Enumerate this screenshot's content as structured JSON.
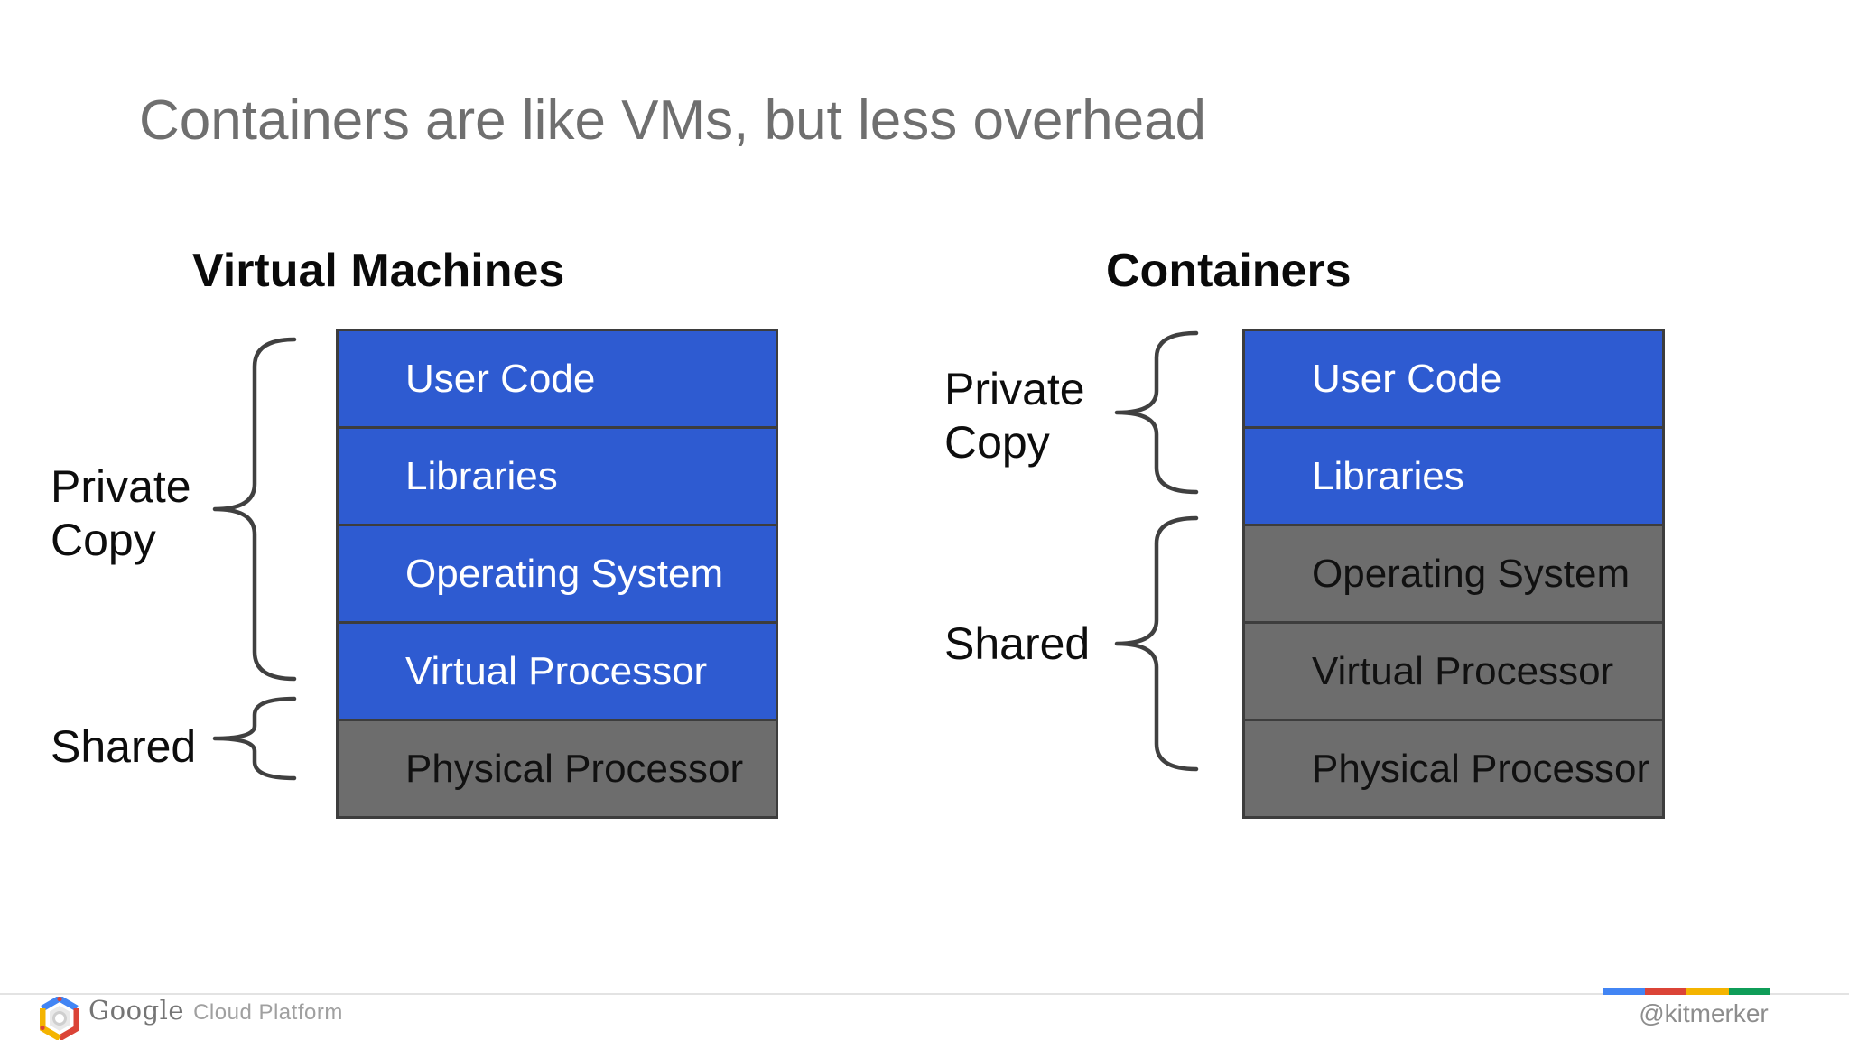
{
  "slide": {
    "title": "Containers are like VMs, but less overhead"
  },
  "panels": [
    {
      "heading": "Virtual Machines",
      "private_label": [
        "Private",
        "Copy"
      ],
      "shared_label": "Shared",
      "layers": [
        {
          "label": "User Code",
          "type": "private"
        },
        {
          "label": "Libraries",
          "type": "private"
        },
        {
          "label": "Operating System",
          "type": "private"
        },
        {
          "label": "Virtual Processor",
          "type": "private"
        },
        {
          "label": "Physical Processor",
          "type": "shared"
        }
      ]
    },
    {
      "heading": "Containers",
      "private_label": [
        "Private",
        "Copy"
      ],
      "shared_label": "Shared",
      "layers": [
        {
          "label": "User Code",
          "type": "private"
        },
        {
          "label": "Libraries",
          "type": "private"
        },
        {
          "label": "Operating System",
          "type": "shared"
        },
        {
          "label": "Virtual Processor",
          "type": "shared"
        },
        {
          "label": "Physical Processor",
          "type": "shared"
        }
      ]
    }
  ],
  "footer": {
    "brand": "Google",
    "brand_suffix": "Cloud Platform",
    "handle": "@kitmerker"
  },
  "colors": {
    "private_fill": "#2e5bd1",
    "shared_fill": "#6d6d6d",
    "private_text": "#ffffff",
    "shared_text": "#111111",
    "box_border": "#3d3d3d",
    "title_text": "#6f6f6f",
    "brace": "#404040",
    "google_bar": [
      "#4285f4",
      "#db4437",
      "#f4b400",
      "#0f9d58"
    ]
  }
}
